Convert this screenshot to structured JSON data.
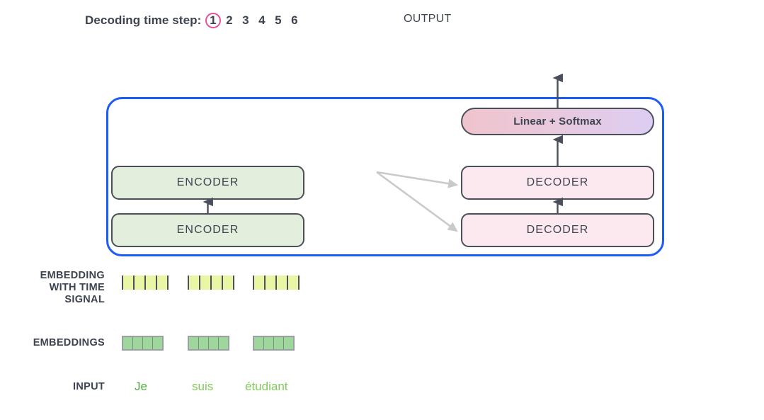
{
  "header": {
    "timestep_label": "Decoding time step:",
    "steps": [
      "1",
      "2",
      "3",
      "4",
      "5",
      "6"
    ],
    "active_step": "1",
    "output_label": "OUTPUT",
    "active_ring_color": "#e8509b"
  },
  "model": {
    "container_color": "#1a5cf5",
    "linear_softmax": "Linear + Softmax",
    "encoder_label": "ENCODER",
    "decoder_label": "DECODER",
    "encoders": [
      "ENCODER",
      "ENCODER"
    ],
    "decoders": [
      "DECODER",
      "DECODER"
    ],
    "encoder_color": "#e3efdc",
    "decoder_color": "#fce8ef"
  },
  "rows": {
    "embedding_time_label_lines": [
      "EMBEDDING",
      "WITH TIME",
      "SIGNAL"
    ],
    "embeddings_label": "EMBEDDINGS",
    "input_label": "INPUT",
    "time_cell_color": "#eaf5a6",
    "embedding_cell_color": "#9fd69b",
    "cells_per_token": 4
  },
  "input": {
    "tokens": [
      "Je",
      "suis",
      "étudiant"
    ]
  }
}
